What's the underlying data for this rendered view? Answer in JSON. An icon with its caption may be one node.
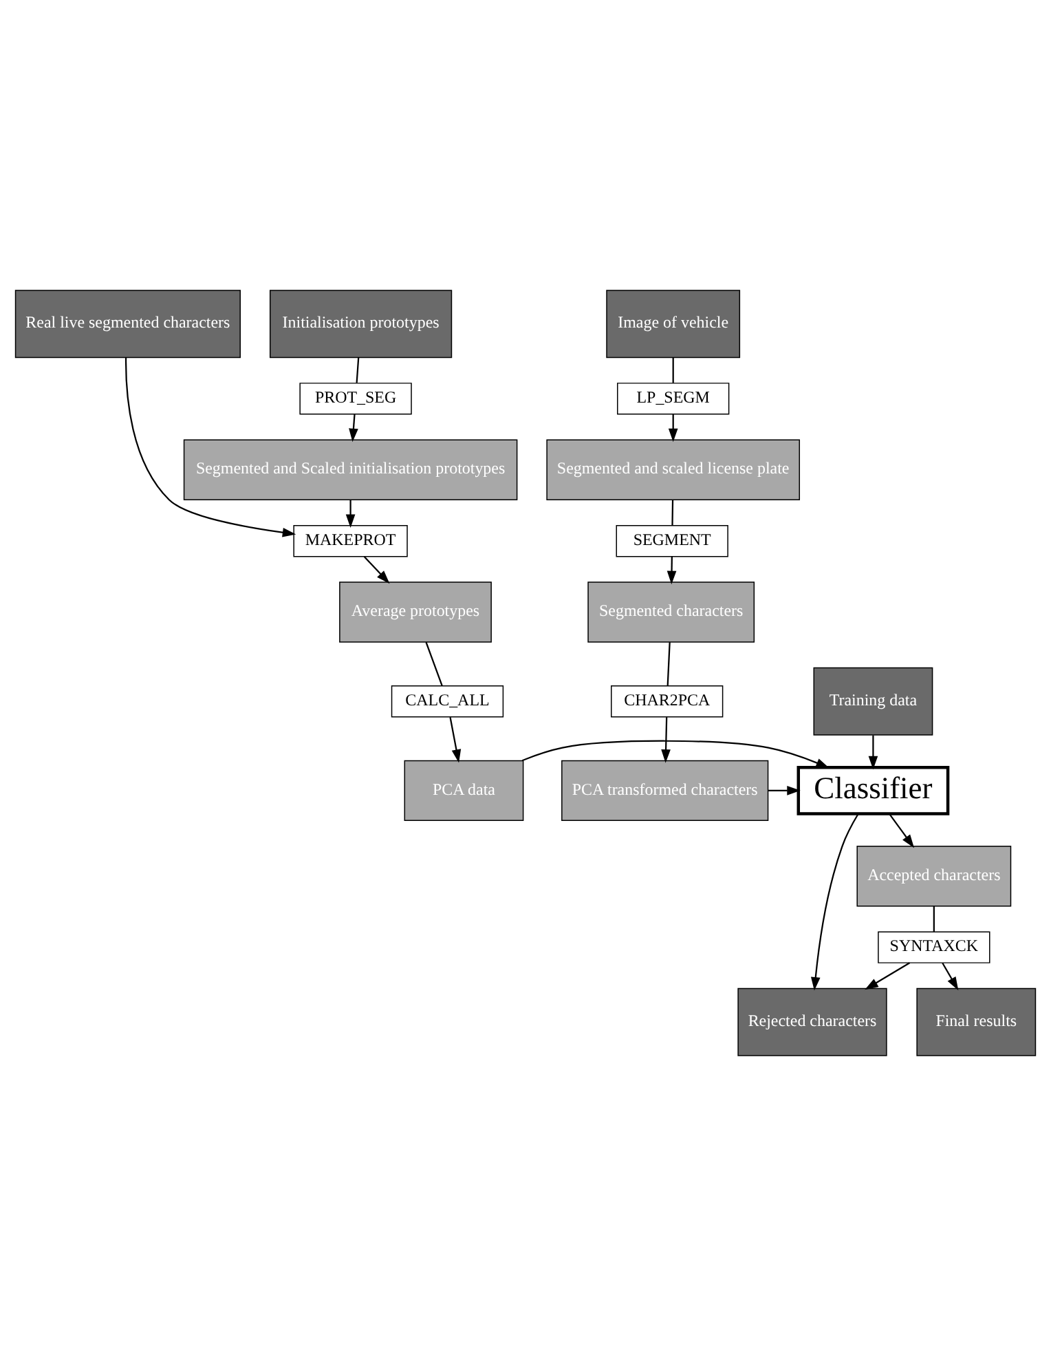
{
  "diagram": {
    "nodes": [
      {
        "text": [
          "Real live segmented characters"
        ]
      },
      {
        "text": [
          "Initialisation prototypes"
        ]
      },
      {
        "text": [
          "Image of vehicle"
        ]
      },
      {
        "text": [
          "PROT_SEG"
        ]
      },
      {
        "text": [
          "LP_SEGM"
        ]
      },
      {
        "text": [
          "Segmented and Scaled initialisation prototypes"
        ]
      },
      {
        "text": [
          "Segmented and scaled license plate"
        ]
      },
      {
        "text": [
          "MAKEPROT"
        ]
      },
      {
        "text": [
          "SEGMENT"
        ]
      },
      {
        "text": [
          "Average prototypes"
        ]
      },
      {
        "text": [
          "Training data"
        ]
      },
      {
        "text": [
          "Segmented characters"
        ]
      },
      {
        "text": [
          "CALC_ALL"
        ]
      },
      {
        "text": [
          "CHAR2PCA"
        ]
      },
      {
        "text": [
          "PCA data"
        ]
      },
      {
        "text": [
          "Classifier"
        ]
      },
      {
        "text": [
          "PCA transformed characters"
        ]
      },
      {
        "text": [
          "Rejected characters"
        ]
      },
      {
        "text": [
          "Accepted characters"
        ]
      },
      {
        "text": [
          "SYNTAXCK"
        ]
      },
      {
        "text": [
          "Final results"
        ]
      }
    ],
    "edges": [
      {
        "from": 1,
        "to": 3,
        "arrow": "none"
      },
      {
        "from": 3,
        "to": 5,
        "arrow": "to"
      },
      {
        "from": 2,
        "to": 4,
        "arrow": "none"
      },
      {
        "from": 4,
        "to": 6,
        "arrow": "to"
      },
      {
        "from": 0,
        "to": 7,
        "arrow": "to"
      },
      {
        "from": 5,
        "to": 7,
        "arrow": "to"
      },
      {
        "from": 7,
        "to": 9,
        "arrow": "to"
      },
      {
        "from": 6,
        "to": 8,
        "arrow": "none"
      },
      {
        "from": 8,
        "to": 11,
        "arrow": "to"
      },
      {
        "from": 9,
        "to": 12,
        "arrow": "none"
      },
      {
        "from": 12,
        "to": 14,
        "arrow": "to"
      },
      {
        "from": 11,
        "to": 13,
        "arrow": "none"
      },
      {
        "from": 13,
        "to": 16,
        "arrow": "to"
      },
      {
        "from": 10,
        "to": 15,
        "arrow": "to"
      },
      {
        "from": 14,
        "to": 15,
        "arrow": "to"
      },
      {
        "from": 16,
        "to": 15,
        "arrow": "to"
      },
      {
        "from": 15,
        "to": 17,
        "arrow": "to"
      },
      {
        "from": 15,
        "to": 18,
        "arrow": "to"
      },
      {
        "from": 18,
        "to": 19,
        "arrow": "none"
      },
      {
        "from": 19,
        "to": 20,
        "arrow": "to"
      },
      {
        "from": 19,
        "to": 17,
        "arrow": "to"
      }
    ]
  }
}
